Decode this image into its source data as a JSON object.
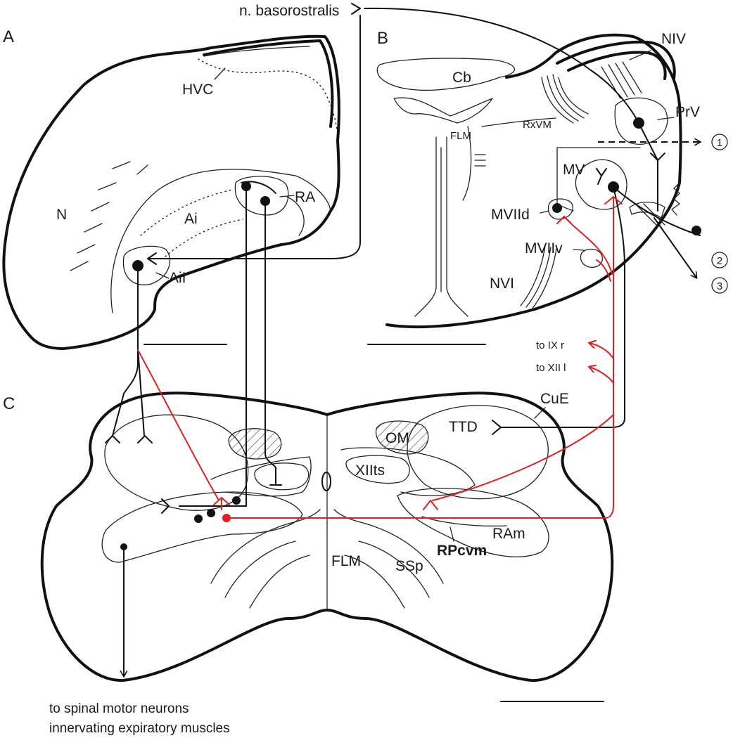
{
  "panels": {
    "a": "A",
    "b": "B",
    "c": "C"
  },
  "top_label": "n. basorostralis",
  "panel_a": {
    "hvc": "HVC",
    "n": "N",
    "ai": "Ai",
    "ra": "RA",
    "ail": "AiI"
  },
  "panel_b": {
    "cb": "Cb",
    "niv": "NIV",
    "prv": "PrV",
    "rxvm": "RxVM",
    "flm": "FLM",
    "mv": "MV",
    "mviid": "MVIId",
    "mviiv": "MVIIv",
    "nvi": "NVI"
  },
  "markers": {
    "one": "1",
    "two": "2",
    "three": "3"
  },
  "targets": {
    "ix": "to IX r",
    "xii": "to XII l"
  },
  "panel_c": {
    "cue": "CuE",
    "ttd": "TTD",
    "om": "OM",
    "xiits": "XIIts",
    "ram": "RAm",
    "rpcvm": "RPcvm",
    "flm": "FLM",
    "ssp": "SSp"
  },
  "footnote": {
    "line1": "to spinal motor neurons",
    "line2": "innervating expiratory muscles"
  },
  "colors": {
    "outline": "#111111",
    "projection_red": "#e02020"
  }
}
